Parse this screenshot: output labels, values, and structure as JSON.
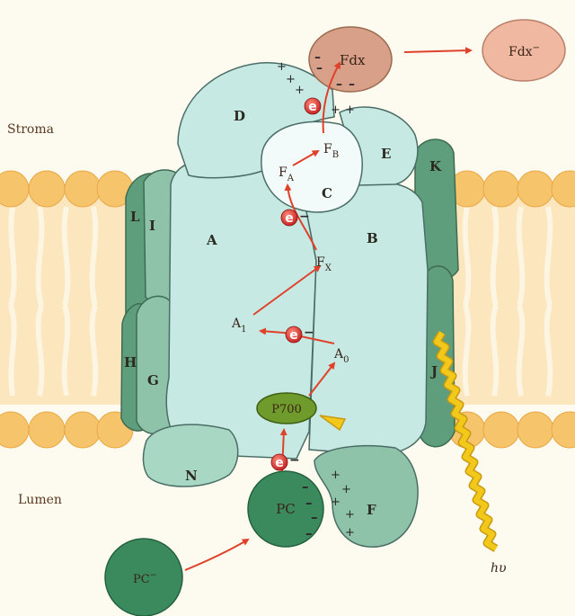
{
  "regions": {
    "stroma": "Stroma",
    "lumen": "Lumen"
  },
  "subunits": {
    "A": "A",
    "B": "B",
    "C": "C",
    "D": "D",
    "E": "E",
    "F": "F",
    "G": "G",
    "H": "H",
    "I": "I",
    "J": "J",
    "K": "K",
    "L": "L",
    "N": "N"
  },
  "cofactors": {
    "fdx": "Fdx",
    "fdx_reduced": "Fdx",
    "fdx_reduced_charge": "−",
    "fa_base": "F",
    "fa_sub": "A",
    "fb_base": "F",
    "fb_sub": "B",
    "fx_base": "F",
    "fx_sub": "X",
    "a1_base": "A",
    "a1_sub": "1",
    "a0_base": "A",
    "a0_sub": "0",
    "p700": "P700",
    "pc": "PC",
    "pc_reduced": "PC",
    "pc_reduced_charge": "−"
  },
  "electron": {
    "symbol": "e",
    "charge": "−"
  },
  "light": {
    "label": "hυ"
  },
  "charges": {
    "plus": "+",
    "minus": "–"
  },
  "colors": {
    "membrane": "#f7cf82",
    "complex": "#c6e9e3",
    "complex_outline": "#4a6e66",
    "dark_subunit": "#5f9e7c",
    "mid_subunit": "#8ec3aa",
    "p700": "#6f9a2c",
    "pc": "#3a8a5e",
    "fdx": "#d8a088",
    "fdx_reduced": "#f0b8a0",
    "arrow": "#e0412a",
    "electron": "#d42a2a",
    "light": "#f2c81a"
  }
}
